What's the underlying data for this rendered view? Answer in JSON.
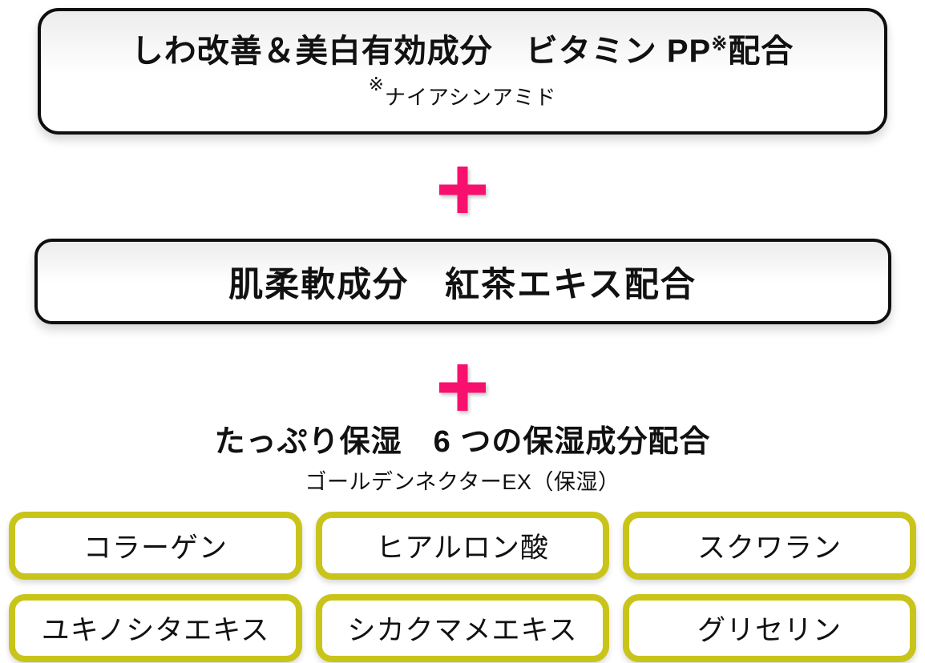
{
  "colors": {
    "accent_pink": "#F8106E",
    "ingredient_border": "#C9C41A",
    "box_border": "#0F0F0F"
  },
  "icons": {
    "plus": "＋"
  },
  "vitamin_box": {
    "title_main": "しわ改善＆美白有効成分　ビタミン PP",
    "title_ref_mark": "※",
    "title_tail": "配合",
    "note_ref_mark": "※",
    "note": "ナイアシンアミド"
  },
  "tea_box": {
    "title": "肌柔軟成分　紅茶エキス配合"
  },
  "moisture": {
    "heading": "たっぷり保湿　6 つの保湿成分配合",
    "subheading": "ゴールデンネクターEX（保湿）",
    "ingredients": [
      "コラーゲン",
      "ヒアルロン酸",
      "スクワラン",
      "ユキノシタエキス",
      "シカクマメエキス",
      "グリセリン"
    ]
  }
}
